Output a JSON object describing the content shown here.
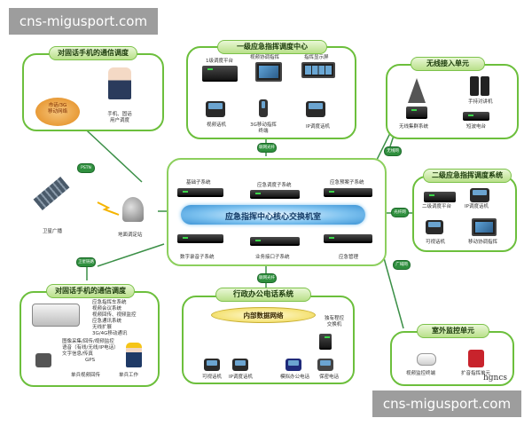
{
  "watermark": {
    "top": "cns-migusport.com",
    "bottom": "cns-migusport.com"
  },
  "signature": "hgncs",
  "center": {
    "title": "应急指挥中心核心交换机室",
    "subsystems": [
      "基础子系统",
      "应急调度子系统",
      "应急预案子系统",
      "数字录音子系统",
      "业务接口子系统",
      "应急管理"
    ]
  },
  "top_panel": {
    "title": "一级应急指挥调度中心",
    "items": [
      "1级调度平台",
      "视频协调指挥",
      "指挥显示屏",
      "视频话机",
      "3G移动指挥\n终端",
      "IP调度话机"
    ]
  },
  "top_left_panel": {
    "title": "对固话手机的通信调度",
    "cloud": "市话/3G\n移动网络",
    "user": "手机、固话\n用户调度"
  },
  "wireless_panel": {
    "title": "无线接入单元",
    "items": [
      "无线集群系统",
      "短波电台",
      "手持对讲机"
    ]
  },
  "right_panel": {
    "title": "二级应急指挥调度系统",
    "items": [
      "二级调度平台",
      "IP调度话机",
      "可视话机",
      "移动协调指挥"
    ]
  },
  "bottom_left_panel": {
    "title": "对固话手机的通信调度",
    "features": [
      "应急指挥车系统",
      "视频会议系统",
      "视频回传、视频监控",
      "应急通讯系统",
      "无线扩展",
      "3G/4G移动通讯",
      "图像采集/回传/视频监控",
      "语音（有线/无线/IP电话）",
      "文字信息/传真",
      "GPS"
    ],
    "items": [
      "单兵视频回传",
      "单兵工作"
    ]
  },
  "bottom_center_panel": {
    "title": "行政办公电话系统",
    "network": "内部数据网络",
    "items": [
      "可视话机",
      "IP调度话机",
      "模拟办公电话",
      "保密电话",
      "独有程控\n交换机"
    ]
  },
  "bottom_right_panel": {
    "title": "室外监控单元",
    "items": [
      "视频监控终端",
      "扩音指挥单元"
    ]
  },
  "satellite": {
    "label": "卫星广播",
    "station": "地面调定站"
  },
  "badges": {
    "pstn": "PSTN",
    "top": "联网光纤",
    "wireless": "无线网",
    "right": "光纤网",
    "satcom": "卫星链路",
    "bottom": "联网光纤",
    "ethernet": "广域网"
  }
}
